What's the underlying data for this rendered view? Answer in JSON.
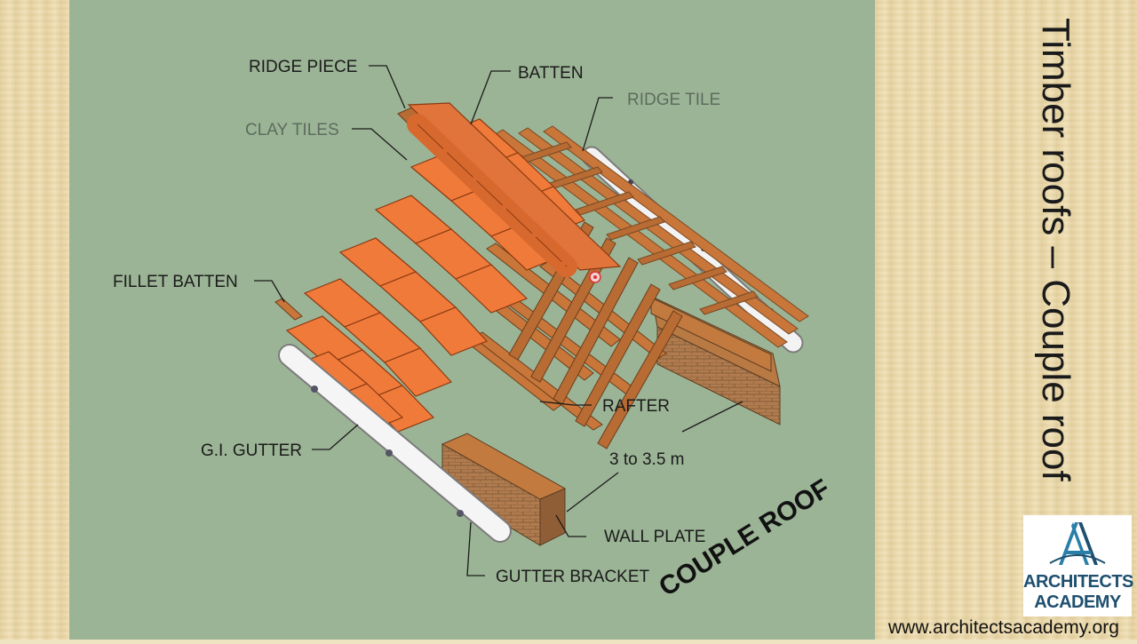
{
  "slide": {
    "title": "Timber roofs – Couple roof",
    "website": "www.architectsacademy.org",
    "logo": {
      "line1": "ARCHITECTS",
      "line2": "ACADEMY",
      "icon": "aa-monogram-icon"
    }
  },
  "diagram": {
    "heading": "COUPLE ROOF",
    "labels": {
      "ridge_piece": "RIDGE PIECE",
      "batten": "BATTEN",
      "ridge_tile": "RIDGE TILE",
      "clay_tiles": "CLAY TILES",
      "fillet_batten": "FILLET BATTEN",
      "rafter": "RAFTER",
      "span": "3 to 3.5 m",
      "gi_gutter": "G.I. GUTTER",
      "wall_plate": "WALL PLATE",
      "gutter_bracket": "GUTTER BRACKET"
    },
    "colors": {
      "background": "#9cb496",
      "tile": "#f07a3a",
      "timber": "#c8763a",
      "brick": "#b07b4e",
      "gutter": "#f2f2f2",
      "highlight_label": "#5e6b5e"
    }
  }
}
